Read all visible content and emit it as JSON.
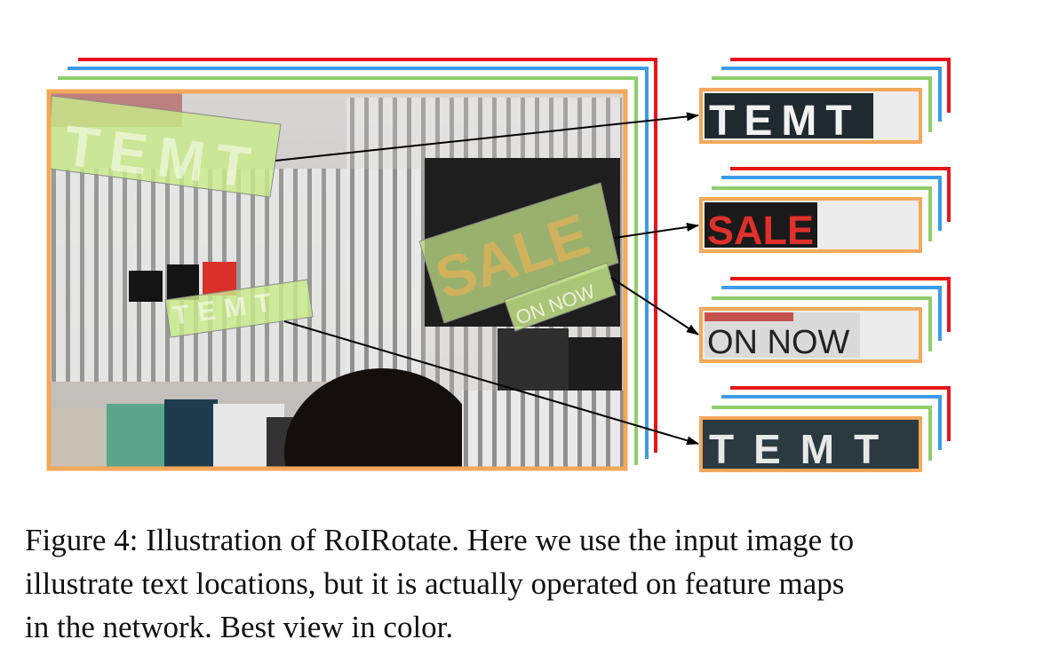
{
  "figure": {
    "layer_colors": {
      "outer": "#e8141b",
      "second": "#3d9be9",
      "third": "#8fcf6a",
      "front": "#f3a85a"
    },
    "highlight_color": "#c9ea8a",
    "arrow_color": "#000000",
    "regions": [
      {
        "text": "TEMT"
      },
      {
        "text": "SALE"
      },
      {
        "text": "ON NOW"
      },
      {
        "text": "TEMT"
      }
    ],
    "crops": [
      {
        "text": "TEMT"
      },
      {
        "text": "SALE"
      },
      {
        "text": "ON NOW"
      },
      {
        "text": "TEMT"
      }
    ]
  },
  "caption": {
    "line1": "Figure 4: Illustration of RoIRotate. Here we use the input image to",
    "line2": "illustrate text locations, but it is actually operated on feature maps",
    "line3": "in the network. Best view in color."
  }
}
